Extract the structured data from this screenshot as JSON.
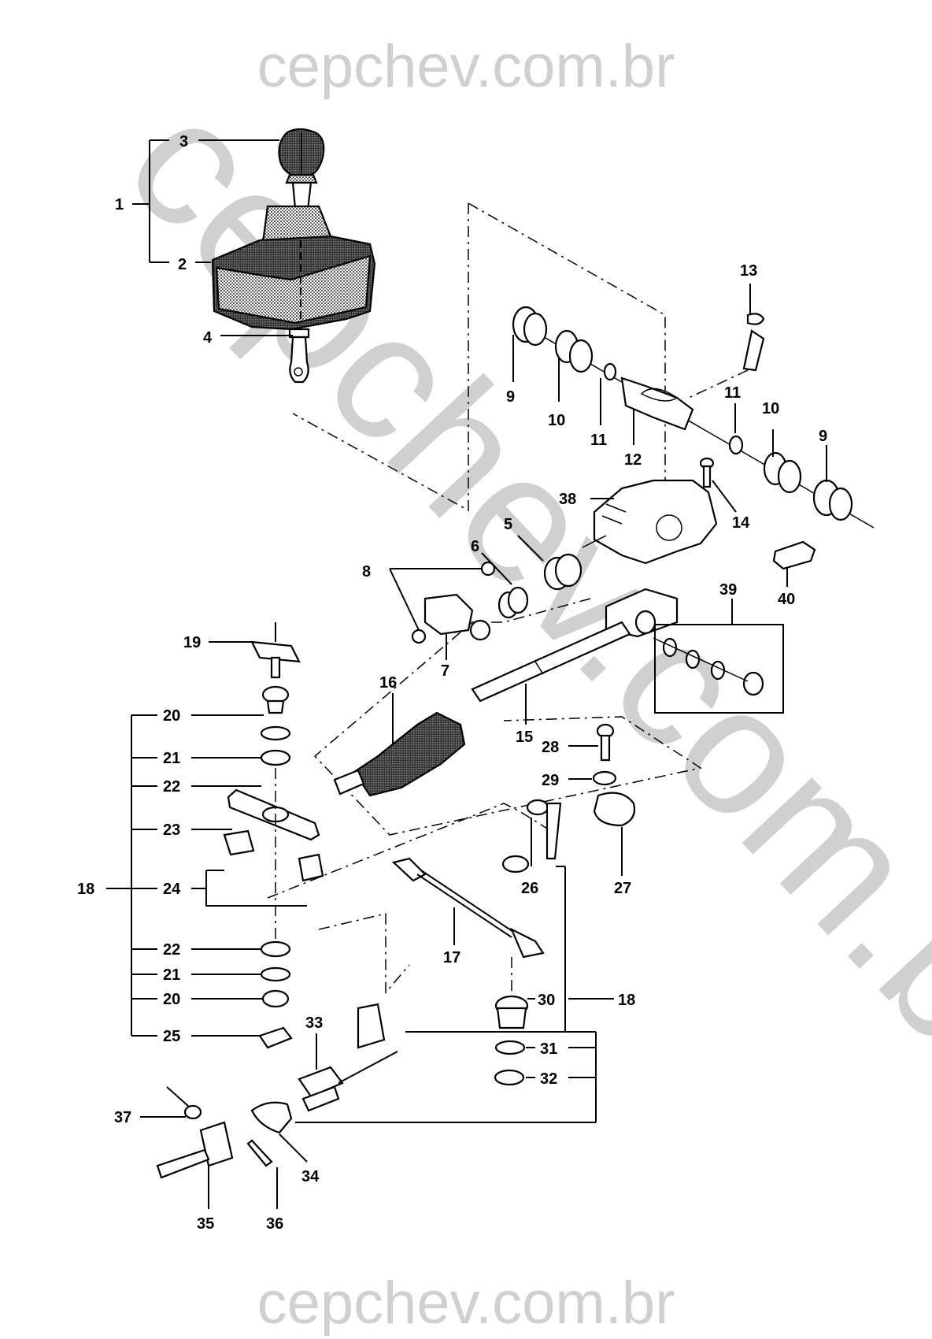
{
  "watermark": {
    "top": "cepchev.com.br",
    "bottom": "cepchev.com.br",
    "diagonal": "cepchev.com.br",
    "color": "#d0d0d0"
  },
  "diagram": {
    "type": "exploded-parts-diagram",
    "subject": "gear shift lever and linkage assembly",
    "callouts": {
      "c1": "1",
      "c2": "2",
      "c3": "3",
      "c4": "4",
      "c5": "5",
      "c6": "6",
      "c7": "7",
      "c8": "8",
      "c9a": "9",
      "c9b": "9",
      "c10a": "10",
      "c10b": "10",
      "c11a": "11",
      "c11b": "11",
      "c12": "12",
      "c13": "13",
      "c14": "14",
      "c15": "15",
      "c16": "16",
      "c17": "17",
      "c18a": "18",
      "c18b": "18",
      "c19": "19",
      "c20a": "20",
      "c20b": "20",
      "c21a": "21",
      "c21b": "21",
      "c22a": "22",
      "c22b": "22",
      "c23": "23",
      "c24": "24",
      "c25": "25",
      "c26": "26",
      "c27": "27",
      "c28": "28",
      "c29": "29",
      "c30": "30",
      "c31": "31",
      "c32": "32",
      "c33": "33",
      "c34": "34",
      "c35": "35",
      "c36": "36",
      "c37": "37",
      "c38": "38",
      "c39": "39",
      "c40": "40"
    }
  }
}
